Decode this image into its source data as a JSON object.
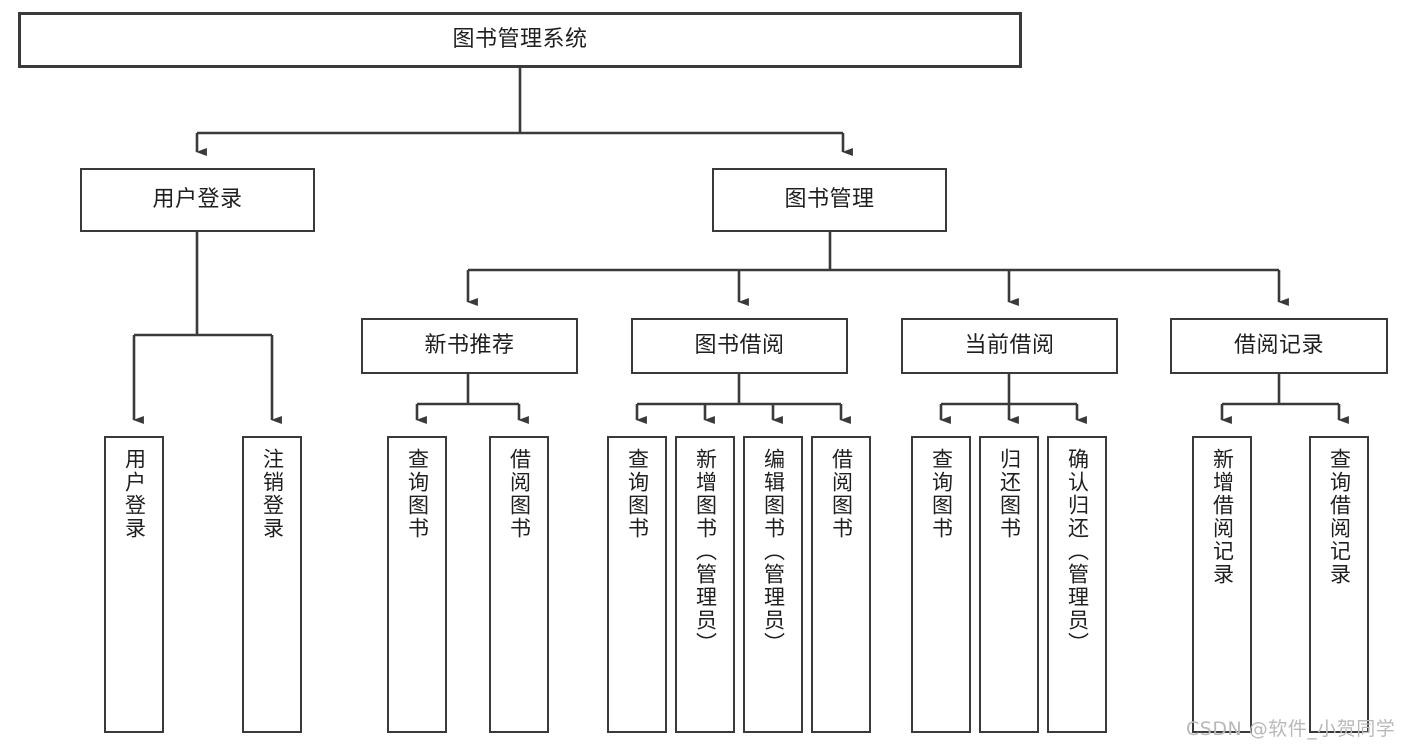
{
  "diagram": {
    "title": "图书管理系统",
    "watermark": "CSDN @软件_小贺同学",
    "colors": {
      "box_border": "#3a3a3a",
      "box_fill": "#ffffff",
      "line": "#3a3a3a",
      "text": "#1f1f1f",
      "watermark": "#b9b9b9",
      "background": "#ffffff"
    },
    "levels": {
      "root": {
        "label": "图书管理系统"
      },
      "level2": [
        {
          "label": "用户登录"
        },
        {
          "label": "图书管理"
        }
      ],
      "level3": [
        {
          "label": "新书推荐"
        },
        {
          "label": "图书借阅"
        },
        {
          "label": "当前借阅"
        },
        {
          "label": "借阅记录"
        }
      ],
      "leaves": {
        "user_login": [
          {
            "label": "用户登录"
          },
          {
            "label": "注销登录"
          }
        ],
        "new_book_recommend": [
          {
            "label": "查询图书"
          },
          {
            "label": "借阅图书"
          }
        ],
        "book_borrow": [
          {
            "label": "查询图书"
          },
          {
            "label": "新增图书（管理员）"
          },
          {
            "label": "编辑图书（管理员）"
          },
          {
            "label": "借阅图书"
          }
        ],
        "current_borrow": [
          {
            "label": "查询图书"
          },
          {
            "label": "归还图书"
          },
          {
            "label": "确认归还（管理员）"
          }
        ],
        "borrow_record": [
          {
            "label": "新增借阅记录"
          },
          {
            "label": "查询借阅记录"
          }
        ]
      }
    }
  }
}
